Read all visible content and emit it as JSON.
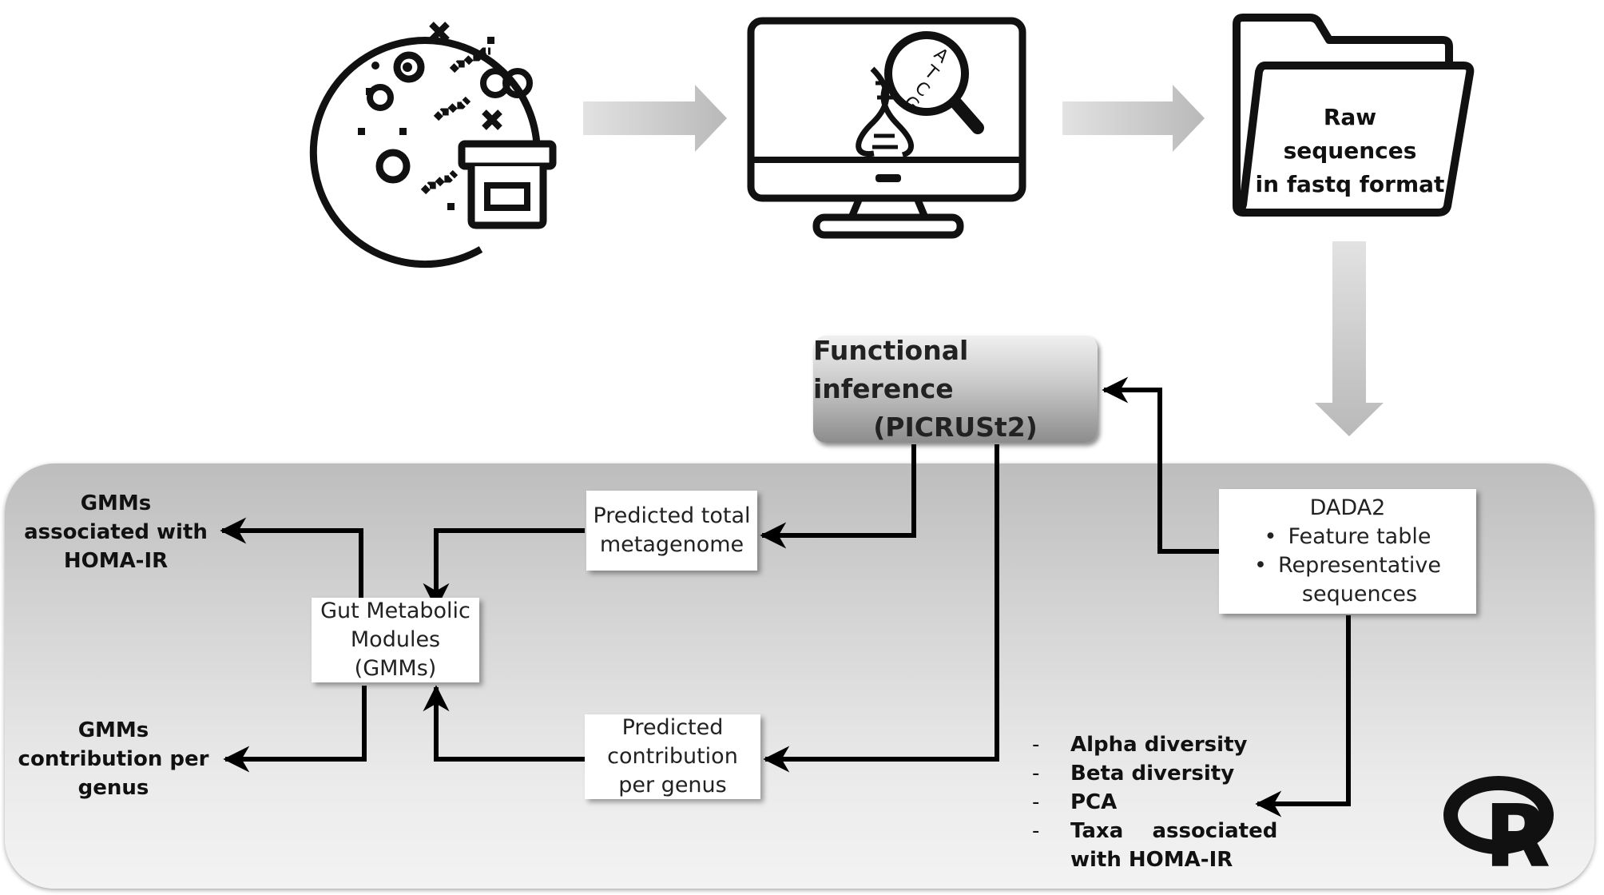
{
  "top_flow": {
    "sample_icon": "stool-sample-petri-icon",
    "sequencing_icon": "computer-dna-sequencing-icon",
    "folder_icon": "folder-icon",
    "folder_label": [
      "Raw sequences",
      "in fastq format"
    ]
  },
  "functional_inference": {
    "line1": "Functional inference",
    "line2": "(PICRUSt2)"
  },
  "dada2": {
    "title": "DADA2",
    "items": [
      "Feature table",
      "Representative",
      "sequences"
    ]
  },
  "predicted_total": [
    "Predicted total",
    "metagenome"
  ],
  "predicted_contribution": [
    "Predicted",
    "contribution",
    "per genus"
  ],
  "gmm_box": [
    "Gut Metabolic",
    "Modules",
    "(GMMs)"
  ],
  "gmm_homa": [
    "GMMs",
    "associated with",
    "HOMA-IR"
  ],
  "gmm_genus": [
    "GMMs",
    "contribution per",
    "genus"
  ],
  "r_outputs": {
    "items": [
      "Alpha diversity",
      "Beta diversity",
      "PCA"
    ],
    "taxa_line1": "Taxa    associated",
    "taxa_line2": "with HOMA-IR"
  },
  "r_logo": {
    "letter": "R",
    "icon": "r-logo-icon"
  },
  "colors": {
    "arrow_gray": "#bdbdbd",
    "line": "#000000",
    "panel": "#d6d6d6"
  }
}
